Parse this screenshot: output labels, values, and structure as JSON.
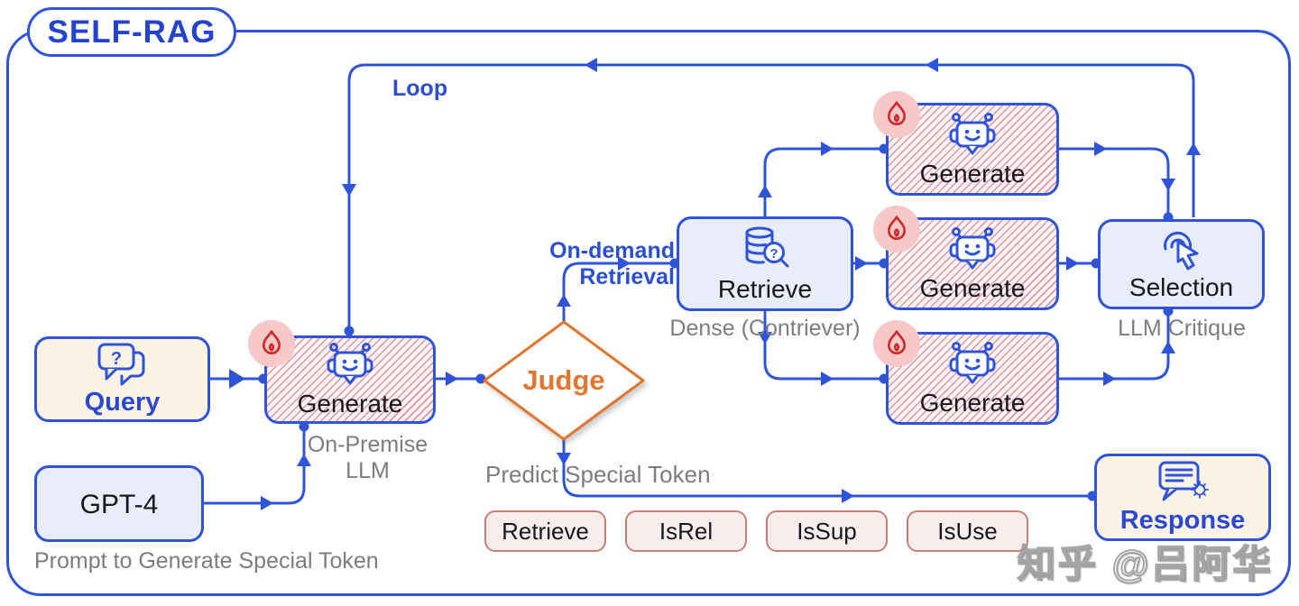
{
  "title": "SELF-RAG",
  "colors": {
    "line_blue": "#2f54d8",
    "text_blue": "#2b4ad0",
    "orange": "#e0762f",
    "gray_label": "#7c7c82",
    "cream_bg": "#fcf3e5",
    "lavender_bg": "#e9edf9",
    "hatch_stripe": "#d897a7",
    "token_bg": "#f8eded",
    "token_border": "#c87f76",
    "fire_red": "#ce2c2c",
    "fire_bg": "#f6c8c8"
  },
  "nodes": {
    "query": {
      "label": "Query"
    },
    "gpt4": {
      "label": "GPT-4"
    },
    "generate_main": {
      "label": "Generate",
      "sublabel_line1": "On-Premise",
      "sublabel_line2": "LLM"
    },
    "judge": {
      "label": "Judge"
    },
    "retrieve": {
      "label": "Retrieve",
      "sublabel": "Dense (Contriever)"
    },
    "generate_top": {
      "label": "Generate"
    },
    "generate_mid": {
      "label": "Generate"
    },
    "generate_bot": {
      "label": "Generate"
    },
    "selection": {
      "label": "Selection",
      "sublabel": "LLM Critique"
    },
    "response": {
      "label": "Response"
    }
  },
  "edge_labels": {
    "loop": "Loop",
    "on_demand_line1": "On-demand",
    "on_demand_line2": "Retrieval",
    "predict_special_token": "Predict Special Token",
    "prompt_special_token": "Prompt to Generate Special Token"
  },
  "special_tokens": [
    "Retrieve",
    "IsRel",
    "IsSup",
    "IsUse"
  ],
  "icons": {
    "question_glyph": "?"
  },
  "watermark": "知乎 @吕阿华"
}
